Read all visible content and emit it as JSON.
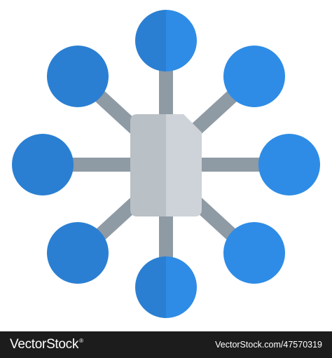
{
  "illustration": {
    "icon": "network-hub-icon",
    "colors": {
      "node_light": "#2e8ce6",
      "node_dark": "#2a7fd2",
      "connector": "#8e9aa4",
      "connector_dark": "#838f99",
      "center_light": "#cdd3d8",
      "center_dark": "#b9c0c6"
    },
    "node_count": 8
  },
  "footer": {
    "brand": "VectorStock",
    "registered_mark": "®",
    "image_id": "VectorStock.com/47570319",
    "background": "#1c1c1c"
  }
}
